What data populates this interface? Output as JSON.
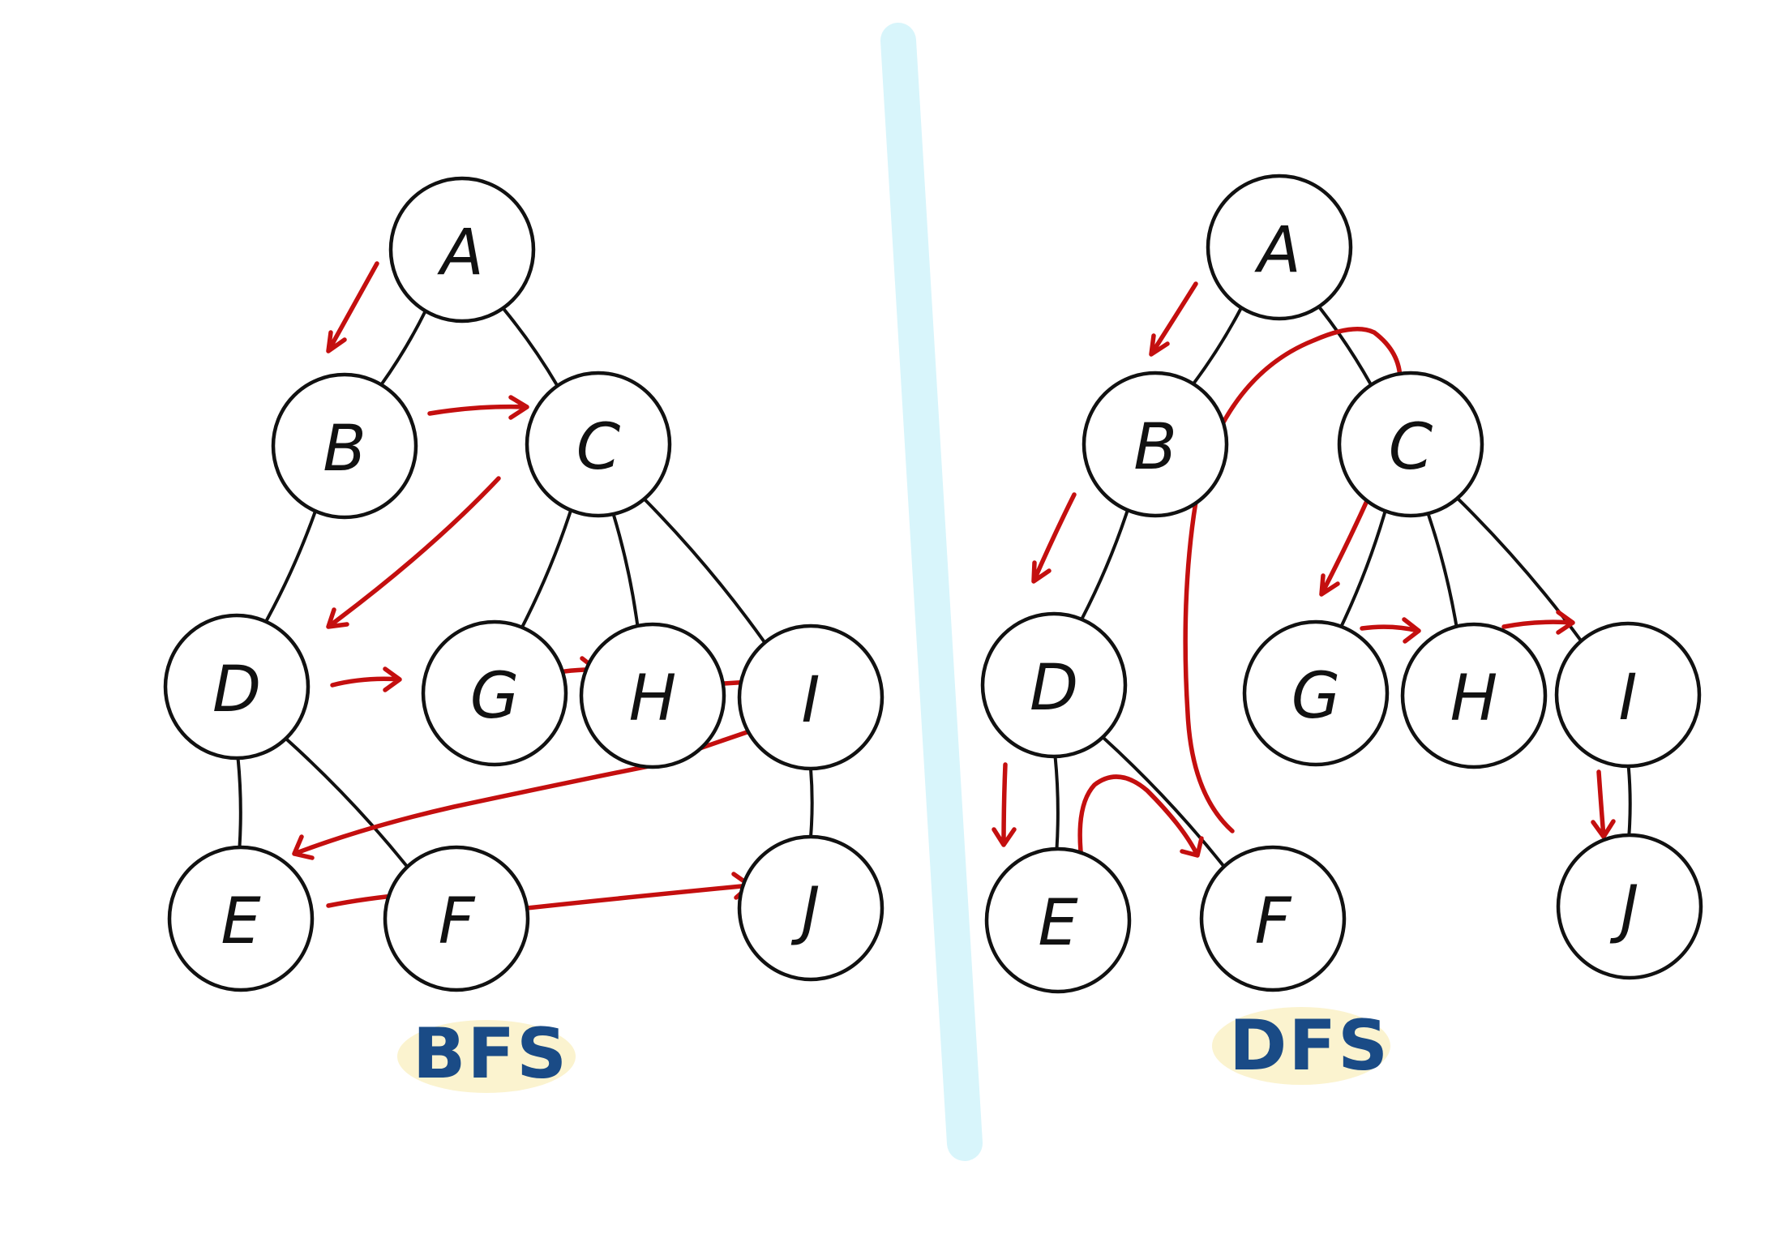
{
  "panels": [
    {
      "id": "bfs",
      "caption": "BFS",
      "nodes": [
        {
          "id": "A",
          "label": "A"
        },
        {
          "id": "B",
          "label": "B"
        },
        {
          "id": "C",
          "label": "C"
        },
        {
          "id": "D",
          "label": "D"
        },
        {
          "id": "G",
          "label": "G"
        },
        {
          "id": "H",
          "label": "H"
        },
        {
          "id": "I",
          "label": "I"
        },
        {
          "id": "E",
          "label": "E"
        },
        {
          "id": "F",
          "label": "F"
        },
        {
          "id": "J",
          "label": "J"
        }
      ],
      "edges": [
        [
          "A",
          "B"
        ],
        [
          "A",
          "C"
        ],
        [
          "B",
          "D"
        ],
        [
          "C",
          "G"
        ],
        [
          "C",
          "H"
        ],
        [
          "C",
          "I"
        ],
        [
          "D",
          "E"
        ],
        [
          "D",
          "F"
        ],
        [
          "I",
          "J"
        ]
      ],
      "traversal_order": [
        "A",
        "B",
        "C",
        "D",
        "G",
        "H",
        "I",
        "E",
        "F",
        "J"
      ]
    },
    {
      "id": "dfs",
      "caption": "DFS",
      "nodes": [
        {
          "id": "A",
          "label": "A"
        },
        {
          "id": "B",
          "label": "B"
        },
        {
          "id": "C",
          "label": "C"
        },
        {
          "id": "D",
          "label": "D"
        },
        {
          "id": "G",
          "label": "G"
        },
        {
          "id": "H",
          "label": "H"
        },
        {
          "id": "I",
          "label": "I"
        },
        {
          "id": "E",
          "label": "E"
        },
        {
          "id": "F",
          "label": "F"
        },
        {
          "id": "J",
          "label": "J"
        }
      ],
      "edges": [
        [
          "A",
          "B"
        ],
        [
          "A",
          "C"
        ],
        [
          "B",
          "D"
        ],
        [
          "C",
          "G"
        ],
        [
          "C",
          "H"
        ],
        [
          "C",
          "I"
        ],
        [
          "D",
          "E"
        ],
        [
          "D",
          "F"
        ],
        [
          "I",
          "J"
        ]
      ],
      "traversal_order": [
        "A",
        "B",
        "D",
        "E",
        "F",
        "C",
        "G",
        "H",
        "I",
        "J"
      ]
    }
  ],
  "colors": {
    "arrow": "#c40f0f",
    "node_stroke": "#111111",
    "caption_text": "#1a4b86",
    "caption_highlight": "#fbf3cf",
    "divider": "#d8f5fb"
  }
}
